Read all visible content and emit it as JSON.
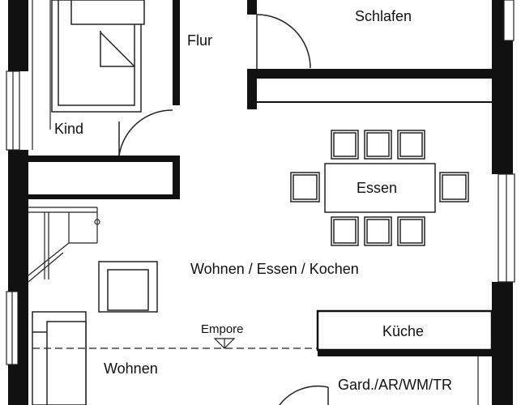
{
  "rooms": {
    "schlafen": "Schlafen",
    "flur": "Flur",
    "kind": "Kind",
    "essen": "Essen",
    "wohnen_essen_kochen": "Wohnen / Essen / Kochen",
    "empore": "Empore",
    "kueche": "Küche",
    "wohnen": "Wohnen",
    "garderobe": "Gard./AR/WM/TR"
  },
  "colors": {
    "wall": "#111111",
    "line": "#222222",
    "background": "#ffffff"
  }
}
